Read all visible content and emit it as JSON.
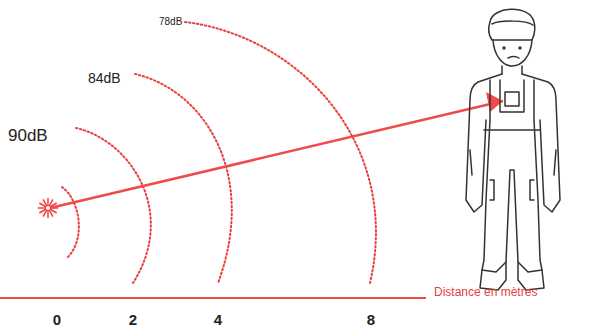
{
  "diagram": {
    "labels": [
      "90dB",
      "84dB",
      "78dB",
      "0",
      "2",
      "4",
      "8",
      "Distance en mètres"
    ]
  }
}
